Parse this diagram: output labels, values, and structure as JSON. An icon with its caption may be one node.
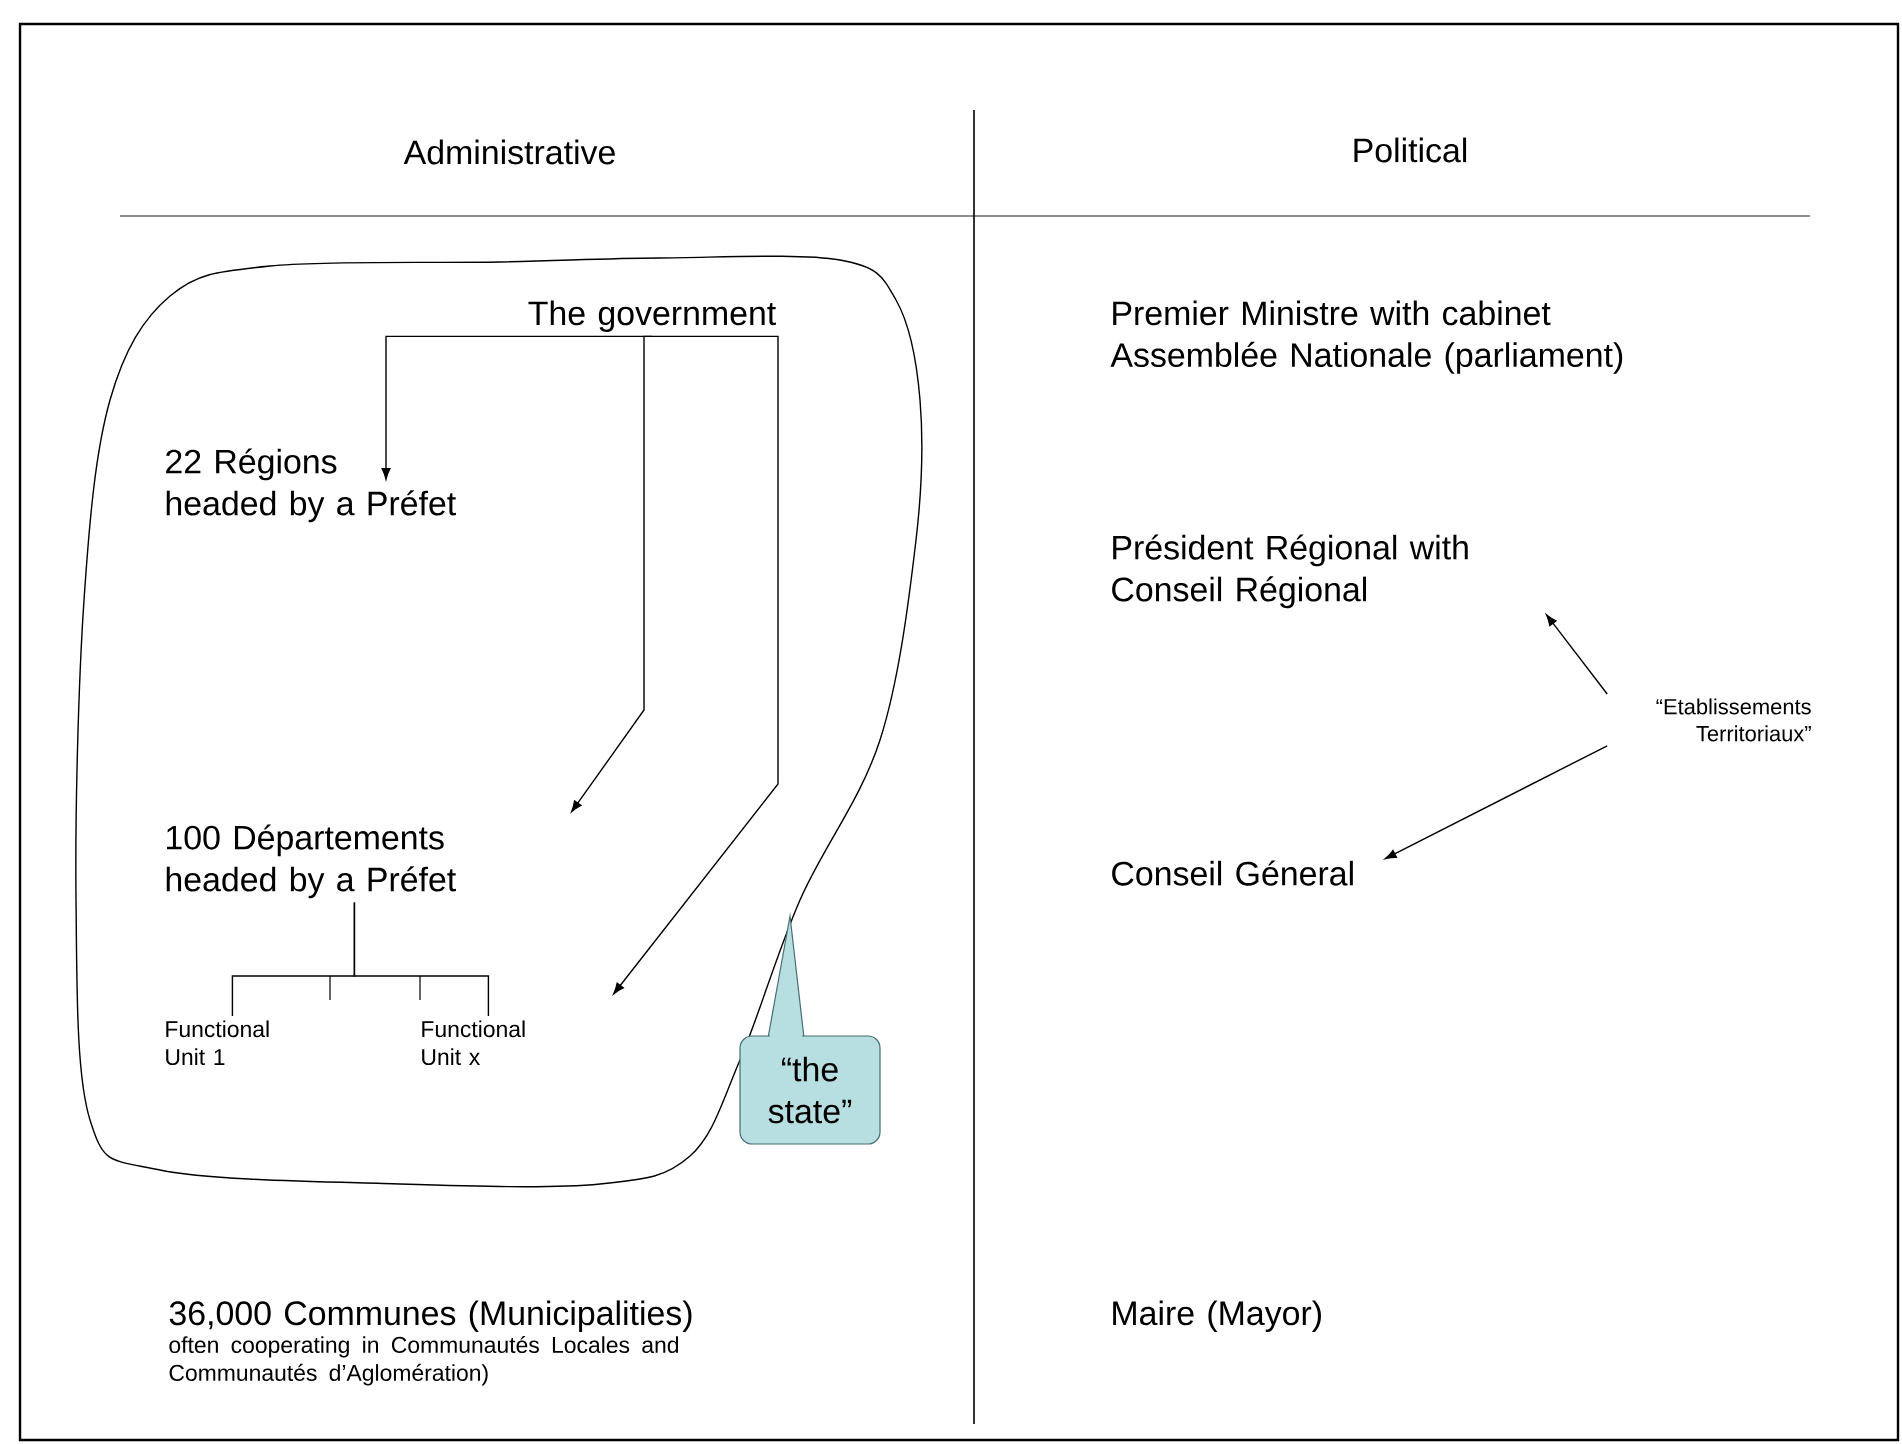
{
  "diagram": {
    "nodes": [
      {
        "text": [],
        "shape": "cloud"
      },
      {
        "text": [
          "The government"
        ],
        "in": 0
      },
      {
        "text": [
          "22 Régions",
          "headed by a Préfet"
        ],
        "in": 0
      },
      {
        "text": [
          "100 Départements headed by a Préfet"
        ],
        "in": 0
      },
      {
        "text": [
          "Functional Unit 1"
        ],
        "in": 0
      },
      {
        "text": [
          "Functional Unit x"
        ],
        "in": 0
      },
      {
        "text": [
          "“the state”"
        ]
      },
      {
        "text": [
          "36,000 Communes (Municipalities)",
          "often cooperating in Communautés Locales and Communautés d’Aglomération)"
        ]
      },
      {
        "text": [
          "Premier Ministre with cabinet",
          "Assemblée Nationale (parliament)"
        ]
      },
      {
        "text": [
          "Président Régional with Conseil Régional"
        ]
      },
      {
        "text": [
          "Conseil Géneral"
        ]
      },
      {
        "text": [
          "Maire (Mayor)"
        ]
      },
      {
        "text": [
          "“Etablissements Territoriaux”"
        ]
      }
    ],
    "edges": [
      {
        "from": 1,
        "to": 2,
        "arrow": "to"
      },
      {
        "from": 1,
        "to": 3,
        "arrow": "to"
      },
      {
        "from": 1,
        "to": 5,
        "arrow": "to"
      },
      {
        "from": 3,
        "to": 4,
        "arrow": "none"
      },
      {
        "from": 3,
        "to": 5,
        "arrow": "none"
      },
      {
        "from": 12,
        "to": 9,
        "arrow": "to"
      },
      {
        "from": 12,
        "to": 10,
        "arrow": "to"
      }
    ],
    "labels": [
      "Administrative",
      "Political"
    ]
  }
}
